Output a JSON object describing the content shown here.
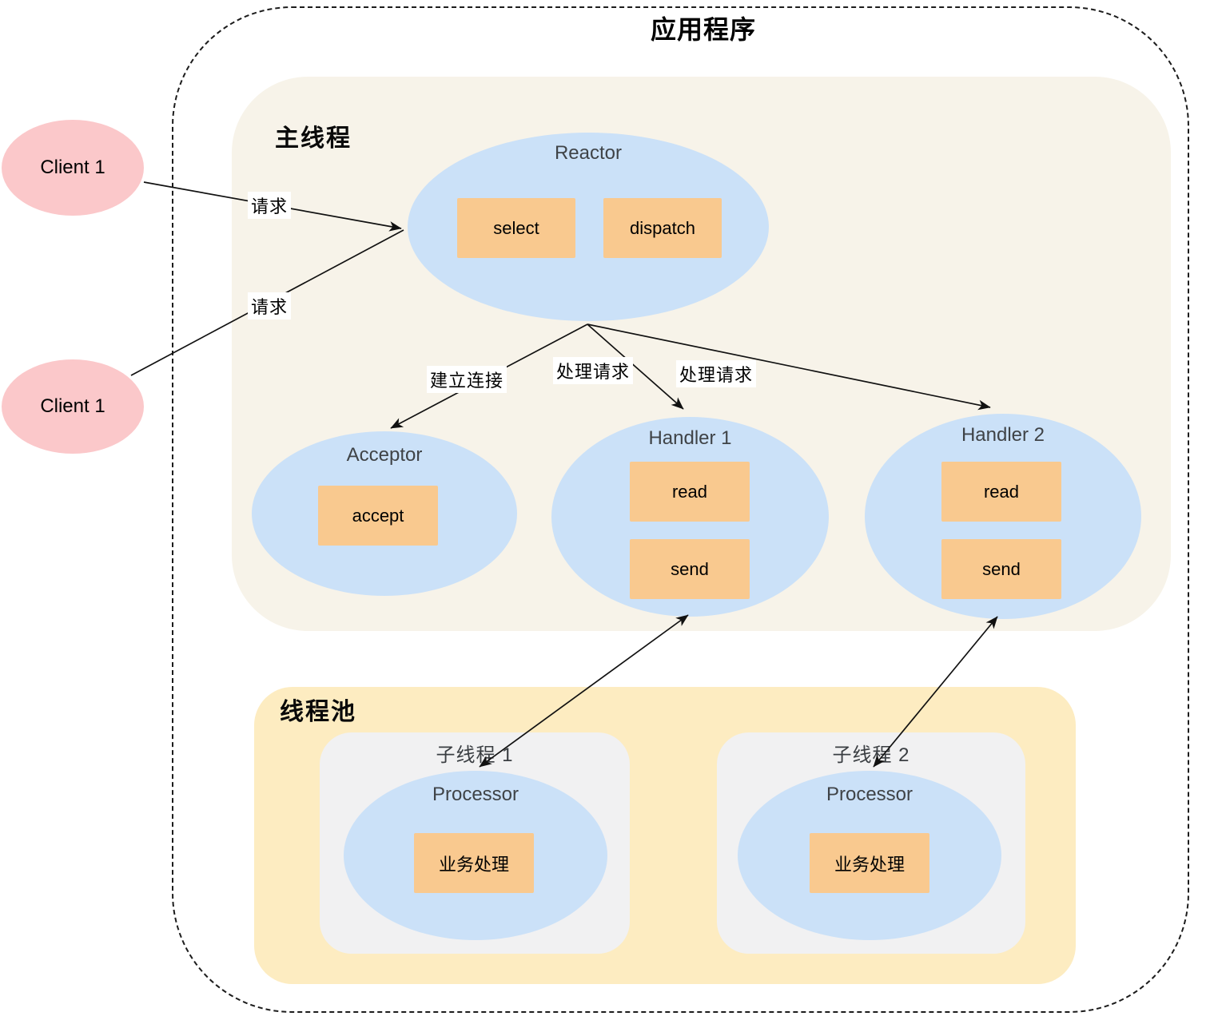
{
  "app": {
    "title": "应用程序"
  },
  "clients": [
    {
      "label": "Client 1"
    },
    {
      "label": "Client 1"
    }
  ],
  "main_thread": {
    "label": "主线程",
    "reactor": {
      "title": "Reactor",
      "boxes": [
        "select",
        "dispatch"
      ]
    },
    "acceptor": {
      "title": "Acceptor",
      "boxes": [
        "accept"
      ]
    },
    "handler1": {
      "title": "Handler 1",
      "boxes": [
        "read",
        "send"
      ]
    },
    "handler2": {
      "title": "Handler 2",
      "boxes": [
        "read",
        "send"
      ]
    }
  },
  "thread_pool": {
    "label": "线程池",
    "thread1": {
      "label": "子线程 1",
      "processor": {
        "title": "Processor",
        "box": "业务处理"
      }
    },
    "thread2": {
      "label": "子线程 2",
      "processor": {
        "title": "Processor",
        "box": "业务处理"
      }
    }
  },
  "edges": {
    "request1": "请求",
    "request2": "请求",
    "establish_connection": "建立连接",
    "handle_request1": "处理请求",
    "handle_request2": "处理请求"
  },
  "colors": {
    "ellipse_blue": "#cbe1f8",
    "box_orange": "#f9c98f",
    "client_pink": "#fbc8ca",
    "main_thread_bg": "#f7f3e9",
    "thread_pool_bg": "#fdecc1",
    "sub_thread_bg": "#f1f1f2",
    "line": "#111111"
  }
}
